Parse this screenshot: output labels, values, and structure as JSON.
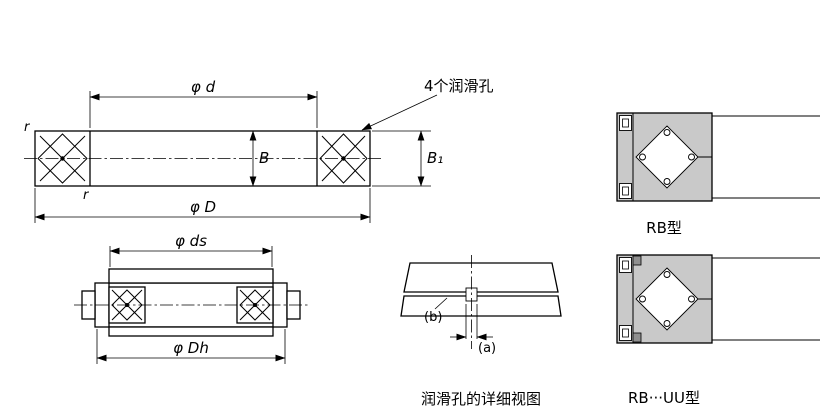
{
  "drawing": {
    "background": "#ffffff",
    "line_color": "#000000",
    "ring_fill_color": "#c9c9c9"
  },
  "main_view": {
    "dim_bore": "φ d",
    "dim_outer": "φ D",
    "dim_width": "B",
    "dim_outer_width": "B₁",
    "fillet_top_left": "r",
    "fillet_bottom_left": "r",
    "lube_holes_callout": "4个润滑孔"
  },
  "mounting_view": {
    "dim_shaft_shoulder": "φ ds",
    "dim_housing_shoulder": "φ Dh"
  },
  "lube_detail_view": {
    "dim_hole_width": "(a)",
    "dim_hole_offset": "(b)",
    "caption": "润滑孔的详细视图"
  },
  "type_views": {
    "rb_label": "RB型",
    "rb_uu_label": "RB···UU型"
  }
}
